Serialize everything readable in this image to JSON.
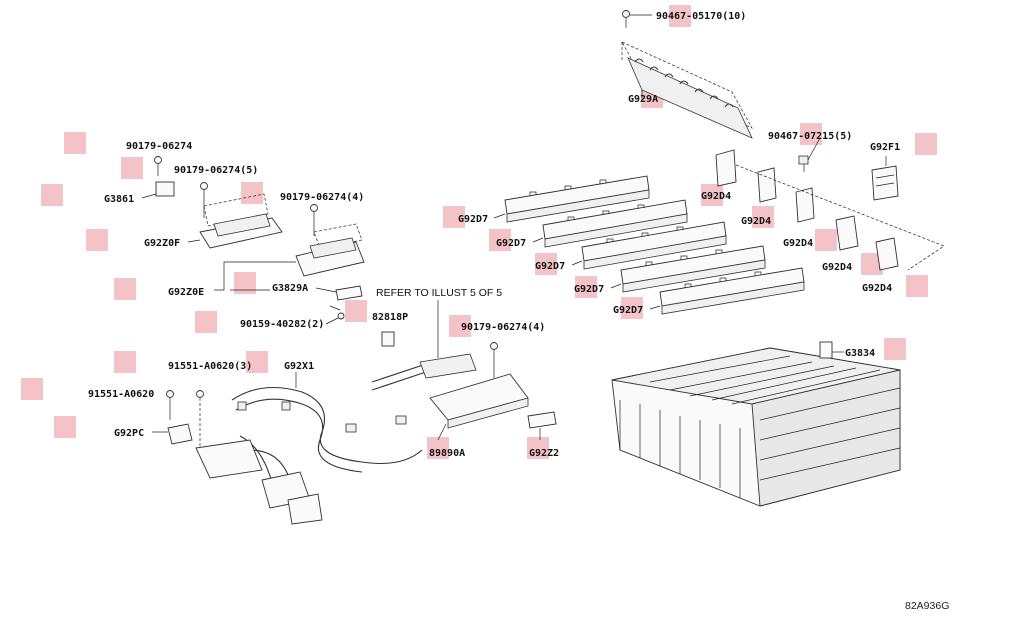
{
  "labels": {
    "p90467_05170": "90467-05170(10)",
    "g929a": "G929A",
    "p90467_07215": "90467-07215(5)",
    "g92f1": "G92F1",
    "g92d4_1": "G92D4",
    "g92d4_2": "G92D4",
    "g92d4_3": "G92D4",
    "g92d4_4": "G92D4",
    "g92d4_5": "G92D4",
    "g92d7_1": "G92D7",
    "g92d7_2": "G92D7",
    "g92d7_3": "G92D7",
    "g92d7_4": "G92D7",
    "g92d7_5": "G92D7",
    "p90179_06274_a": "90179-06274",
    "p90179_06274_5": "90179-06274(5)",
    "g3861": "G3861",
    "p90179_06274_4a": "90179-06274(4)",
    "g92z0f": "G92Z0F",
    "g92z0e": "G92Z0E",
    "g3829a": "G3829A",
    "p90159_40282": "90159-40282(2)",
    "refer_note": "REFER TO ILLUST 5 OF 5",
    "p82818p": "82818P",
    "p90179_06274_4b": "90179-06274(4)",
    "p91551_a0620_3": "91551-A0620(3)",
    "g92x1": "G92X1",
    "p91551_a0620": "91551-A0620",
    "g92pc": "G92PC",
    "p89890a": "89890A",
    "g92z2": "G92Z2",
    "g3834": "G3834",
    "figure_code": "82A936G"
  },
  "colors": {
    "highlight": "#f2b8bd",
    "line": "#222222",
    "background": "#ffffff"
  }
}
